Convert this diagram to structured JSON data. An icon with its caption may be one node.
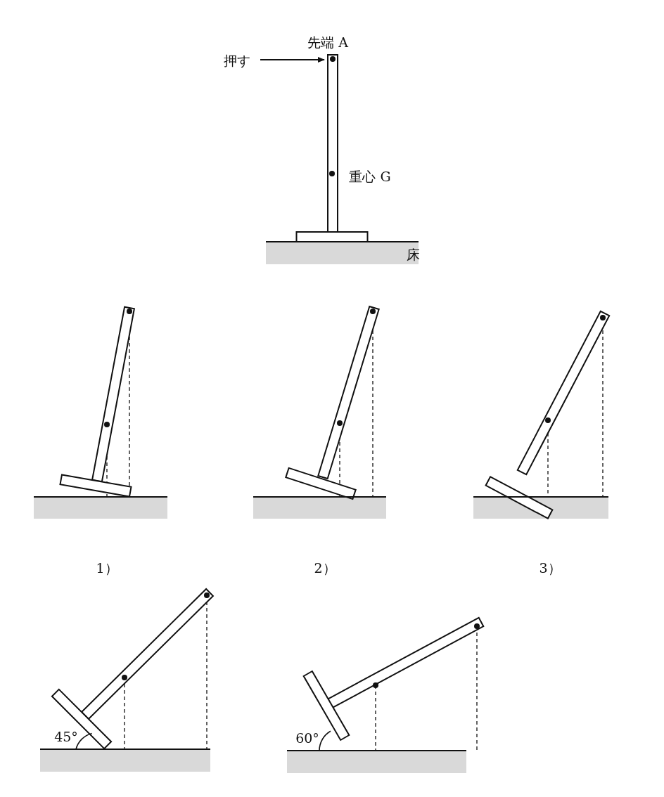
{
  "diagram": {
    "labels": [
      "先端 A",
      "押す",
      "重心 G",
      "床",
      "1）",
      "2）",
      "3）",
      "45°",
      "60°"
    ]
  }
}
